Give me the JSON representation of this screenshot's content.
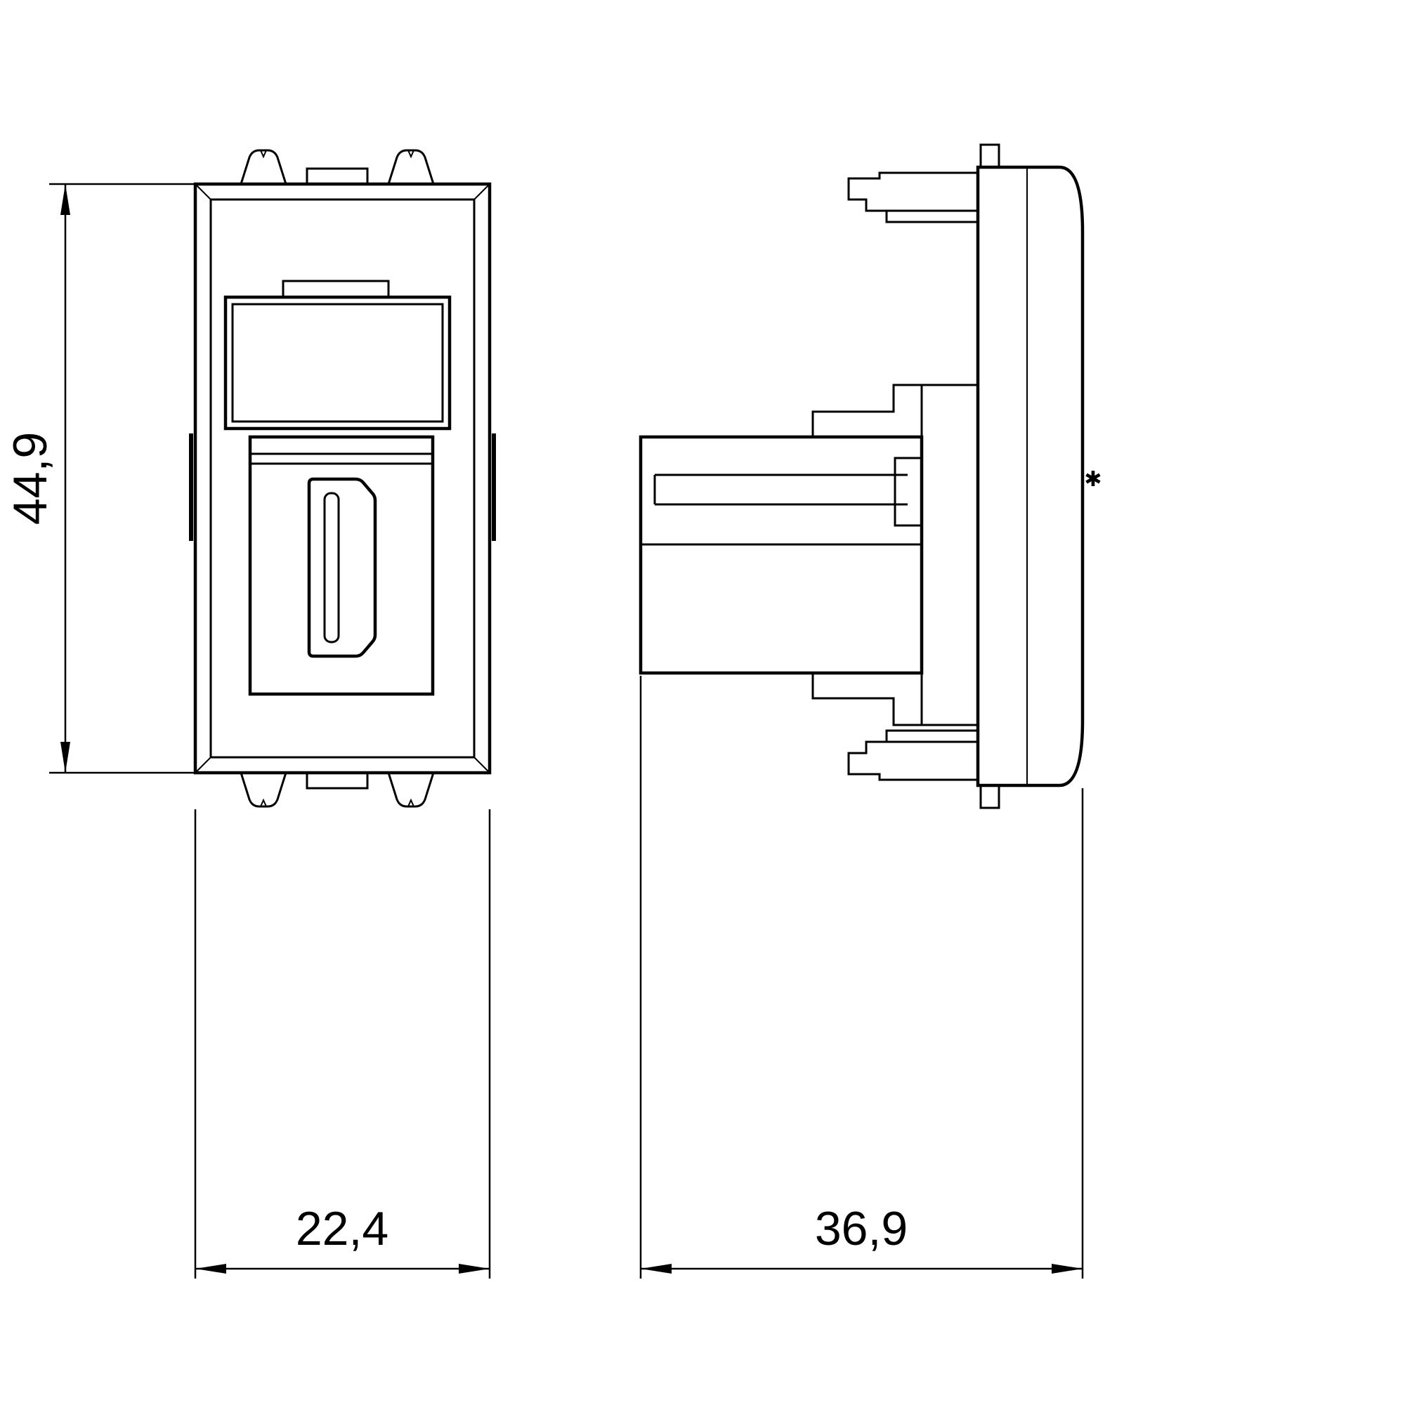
{
  "drawing": {
    "background": "#ffffff",
    "line_color": "#000000",
    "dimensions": {
      "height": "44,9",
      "width": "22,4",
      "depth": "36,9"
    },
    "note_mark": "✱"
  }
}
